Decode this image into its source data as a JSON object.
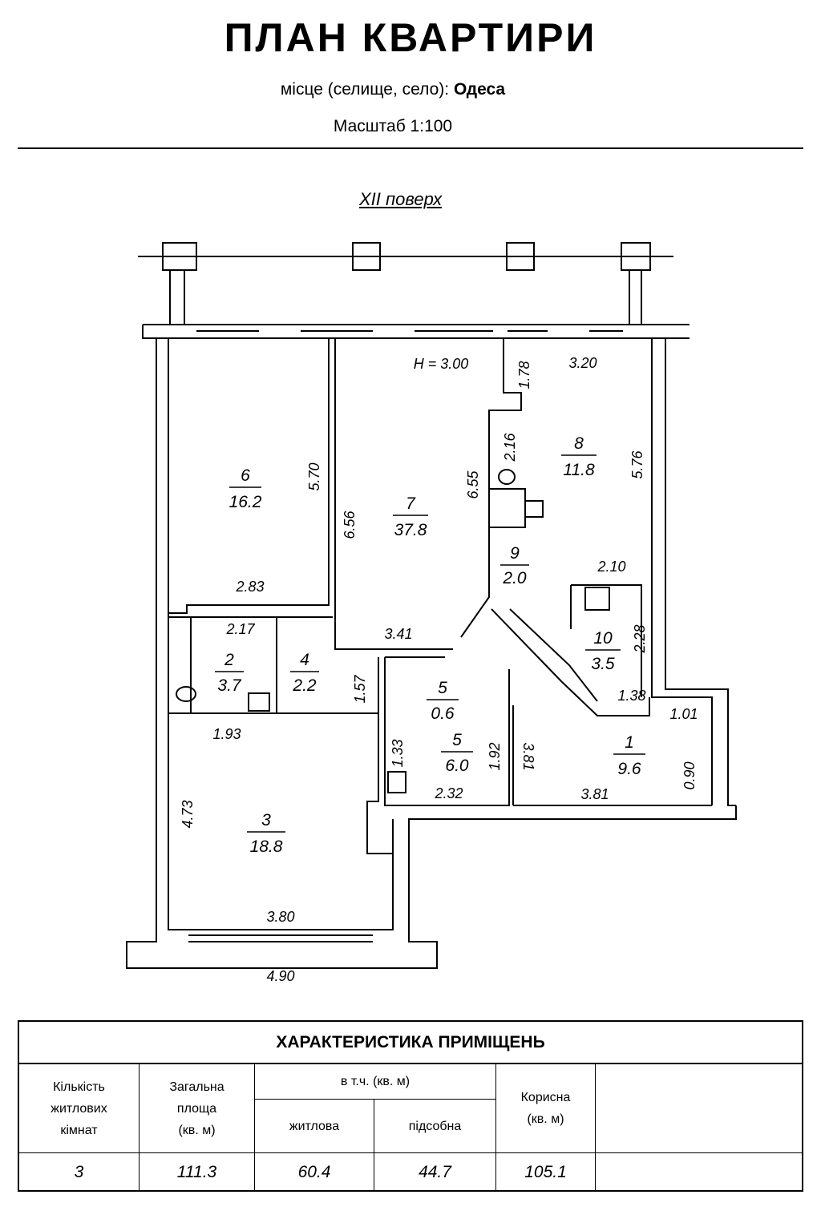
{
  "header": {
    "title": "ПЛАН КВАРТИРИ",
    "place_label": "місце (селище, село):",
    "place_value": "Одеса",
    "scale": "Масштаб 1:100",
    "floor": "XII поверх"
  },
  "plan": {
    "height_label": "H = 3.00",
    "rooms": [
      {
        "number": "6",
        "area": "16.2"
      },
      {
        "number": "7",
        "area": "37.8"
      },
      {
        "number": "8",
        "area": "11.8"
      },
      {
        "number": "9",
        "area": "2.0"
      },
      {
        "number": "10",
        "area": "3.5"
      },
      {
        "number": "2",
        "area": "3.7"
      },
      {
        "number": "4",
        "area": "2.2"
      },
      {
        "number": "5",
        "area": "0.6"
      },
      {
        "number": "5",
        "area": "6.0"
      },
      {
        "number": "1",
        "area": "9.6"
      },
      {
        "number": "3",
        "area": "18.8"
      }
    ],
    "dimensions": [
      "5.70",
      "2.83",
      "6.56",
      "6.55",
      "3.41",
      "1.78",
      "3.20",
      "2.16",
      "5.76",
      "2.10",
      "2.28",
      "1.38",
      "2.17",
      "1.57",
      "1.93",
      "1.33",
      "1.92",
      "2.32",
      "3.81",
      "3.81",
      "1.01",
      "0.90",
      "4.73",
      "3.80",
      "4.90"
    ]
  },
  "table": {
    "title": "ХАРАКТЕРИСТИКА ПРИМІЩЕНЬ",
    "col_rooms": [
      "Кількість",
      "житлових",
      "кімнат"
    ],
    "col_total": [
      "Загальна",
      "площа",
      "(кв. м)"
    ],
    "col_incl": "в т.ч. (кв. м)",
    "col_living": "житлова",
    "col_aux": "підсобна",
    "col_useful": [
      "Корисна",
      "(кв. м)"
    ],
    "values": {
      "rooms": "3",
      "total": "111.3",
      "living": "60.4",
      "aux": "44.7",
      "useful": "105.1"
    }
  }
}
